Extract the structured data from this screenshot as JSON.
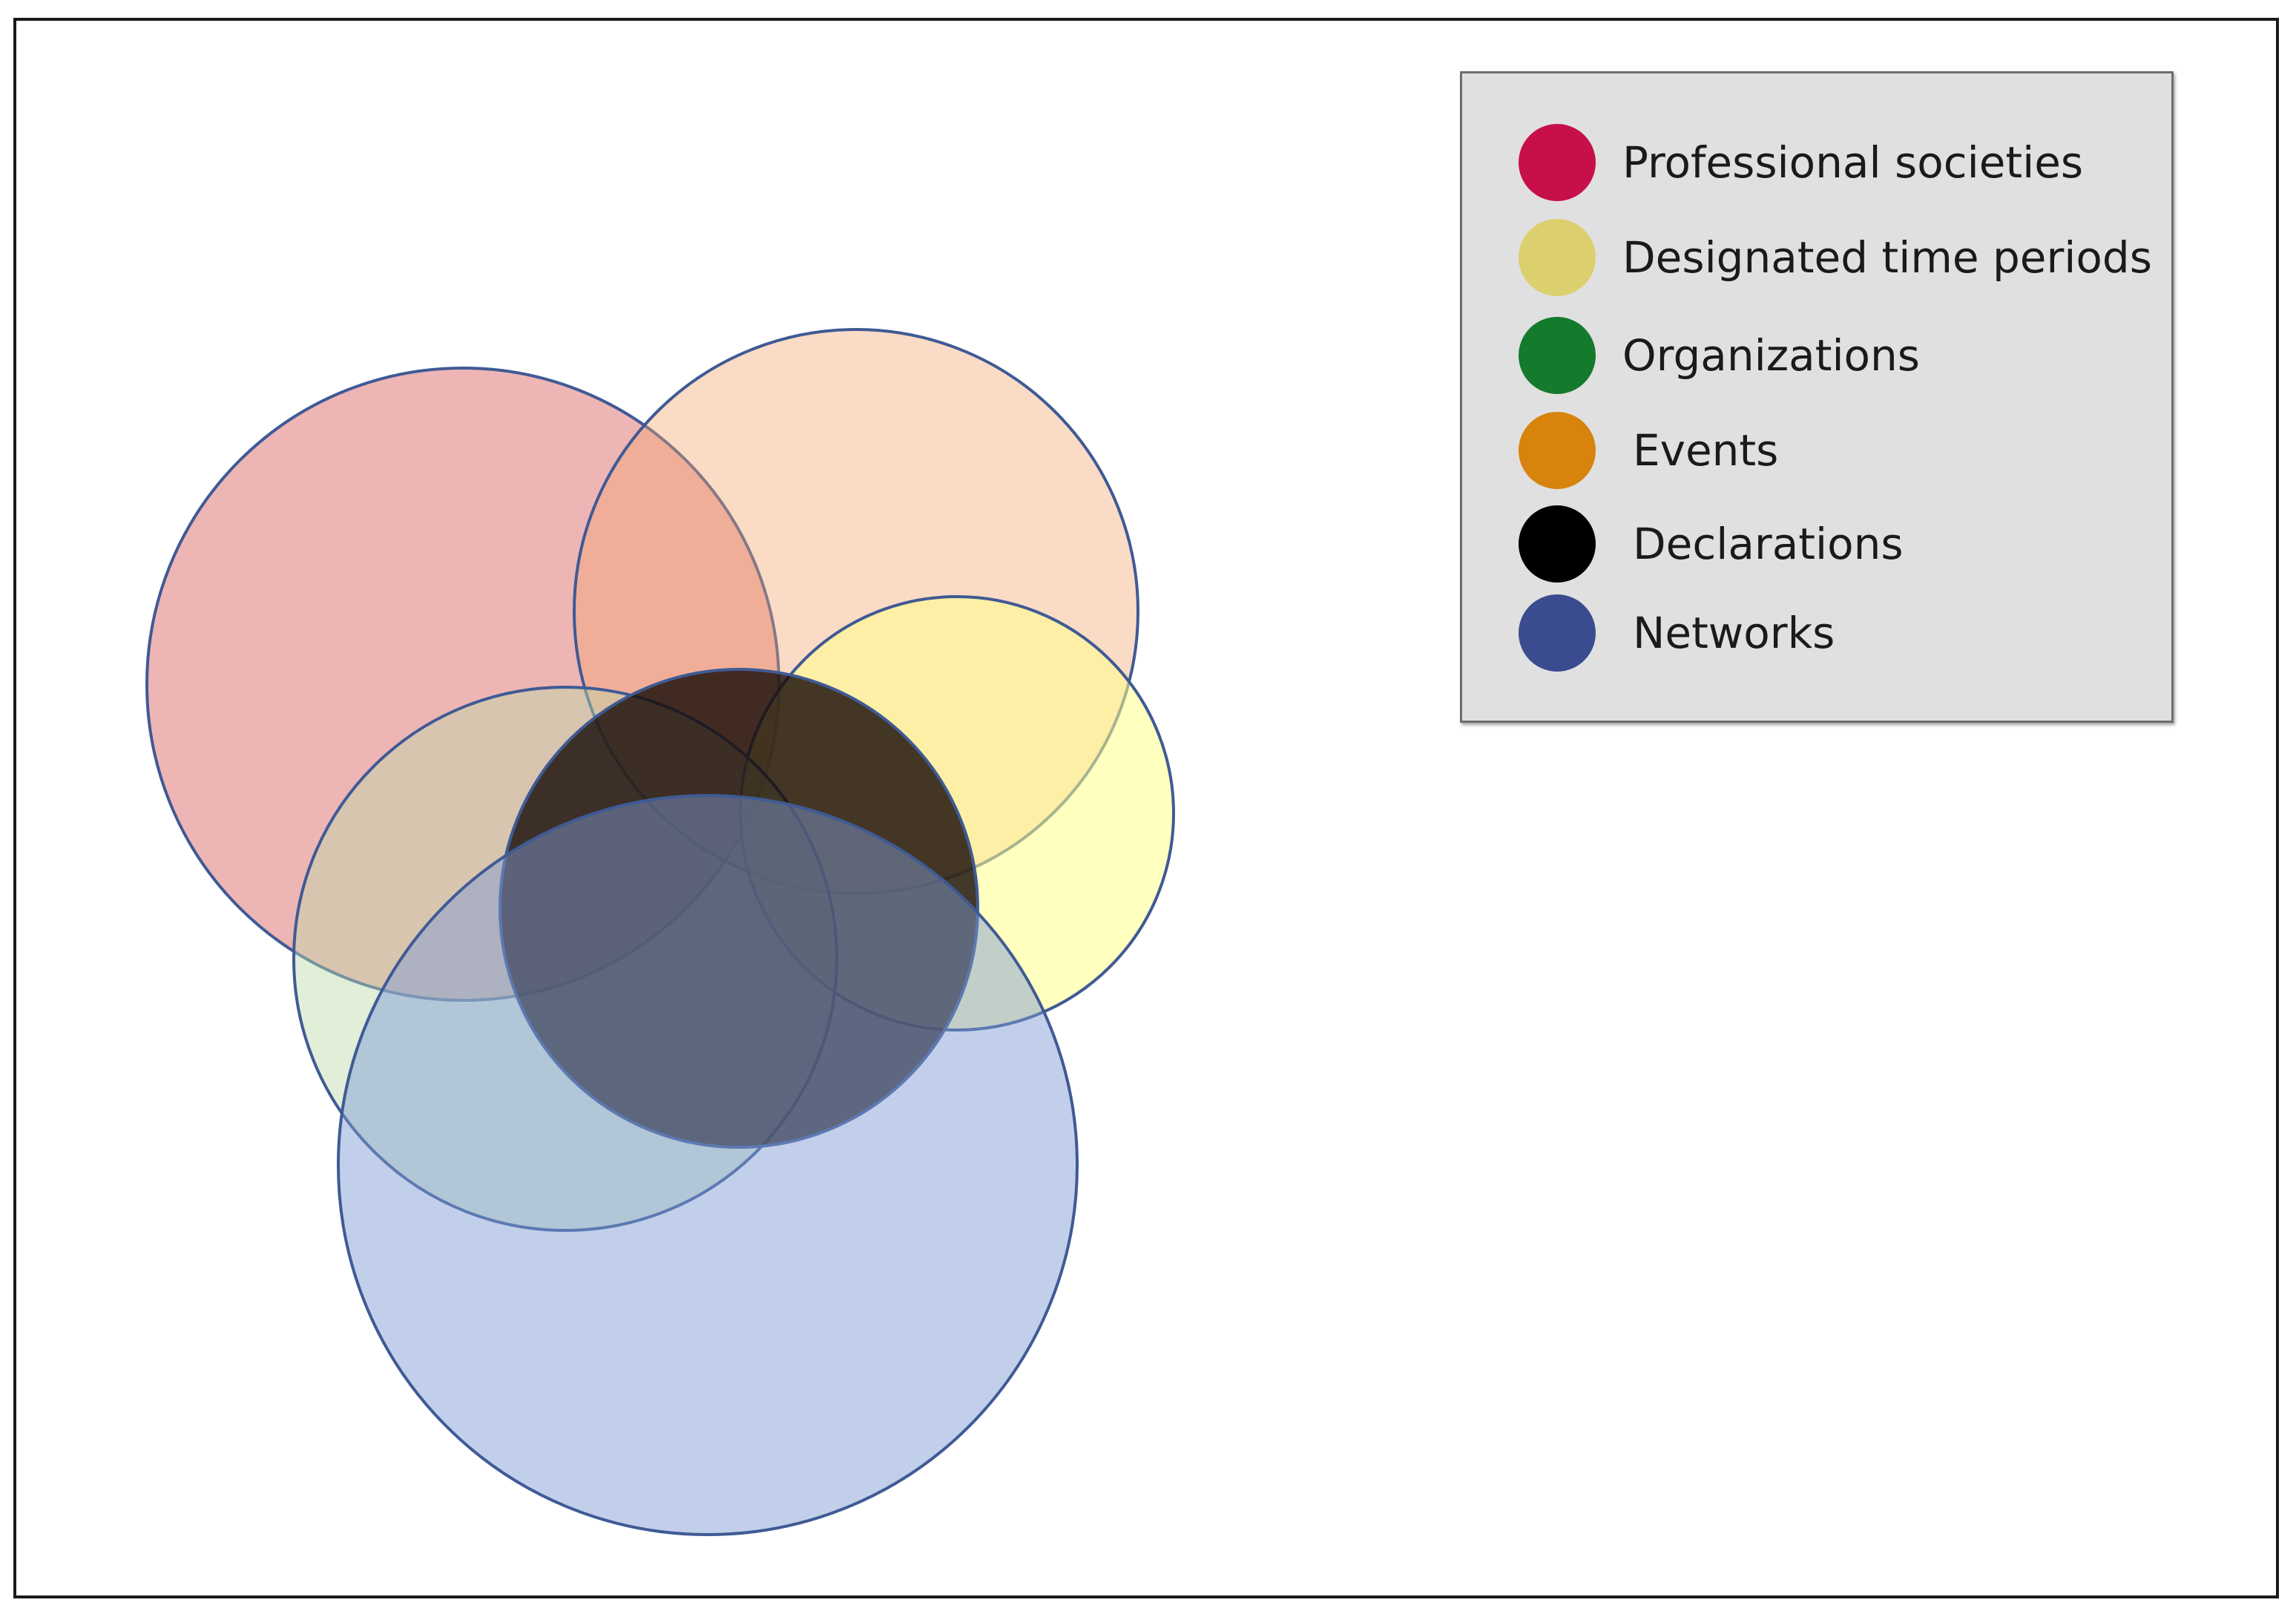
{
  "legend": {
    "items": [
      {
        "label": "Professional societies",
        "color": "#c70f4a",
        "icon": "circle-swatch"
      },
      {
        "label": "Designated time periods",
        "color": "#dccf6e",
        "icon": "circle-swatch"
      },
      {
        "label": "Organizations",
        "color": "#147a2c",
        "icon": "circle-swatch"
      },
      {
        "label": "Events",
        "color": "#d7830c",
        "icon": "circle-swatch"
      },
      {
        "label": "Declarations",
        "color": "#000000",
        "icon": "circle-swatch"
      },
      {
        "label": "Networks",
        "color": "#3b4b8f",
        "icon": "circle-swatch"
      }
    ]
  },
  "venn": {
    "sets": [
      {
        "key": "professional-societies",
        "fill": "#eeb5b5"
      },
      {
        "key": "events",
        "fill": "#fde2b8"
      },
      {
        "key": "designated-time-periods",
        "fill": "#ffffb8"
      },
      {
        "key": "organizations",
        "fill": "#d6e8cc"
      },
      {
        "key": "declarations",
        "fill": "#000000"
      },
      {
        "key": "networks",
        "fill": "#9fb6df"
      }
    ]
  }
}
